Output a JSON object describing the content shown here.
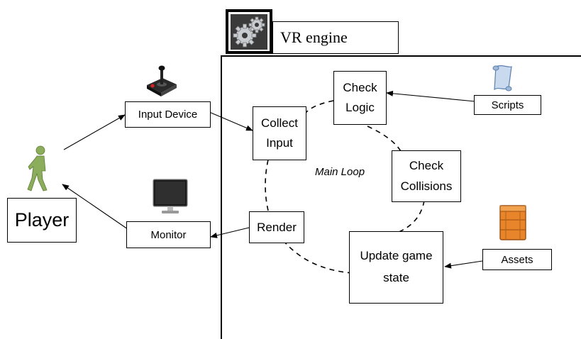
{
  "engine": {
    "title": "VR engine",
    "icon": "gears-icon"
  },
  "player": {
    "label": "Player",
    "icon": "walking-person-icon"
  },
  "external": {
    "input_device": {
      "label": "Input Device",
      "icon": "joystick-icon"
    },
    "monitor": {
      "label": "Monitor",
      "icon": "monitor-icon"
    },
    "scripts": {
      "label": "Scripts",
      "icon": "scroll-icon"
    },
    "assets": {
      "label": "Assets",
      "icon": "crate-icon"
    }
  },
  "loop": {
    "label": "Main Loop",
    "steps": {
      "collect_input": {
        "line1": "Collect",
        "line2": "Input"
      },
      "check_logic": {
        "line1": "Check",
        "line2": "Logic"
      },
      "check_collisions": {
        "line1": "Check",
        "line2": "Collisions"
      },
      "update_state": {
        "line1": "Update game",
        "line2": "state"
      },
      "render": {
        "label": "Render"
      }
    }
  },
  "colors": {
    "line": "#000000",
    "person": "#8cae5c",
    "crate": "#e8842a",
    "scroll": "#9fb8d8"
  }
}
